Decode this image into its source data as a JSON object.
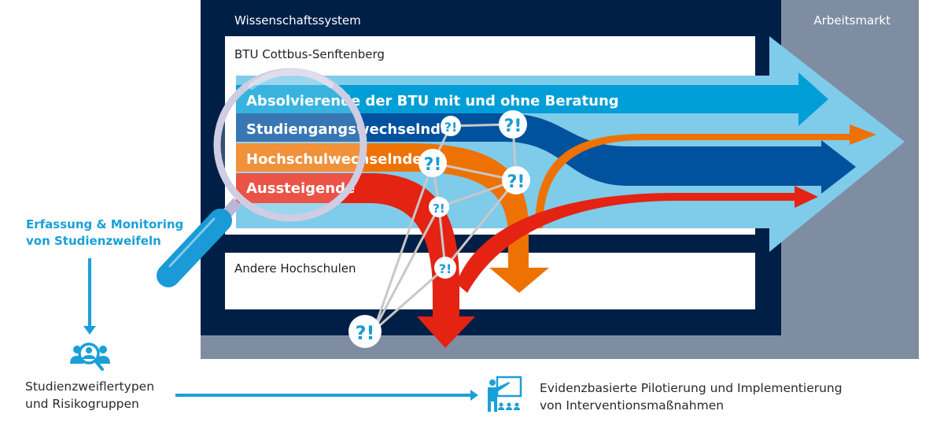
{
  "regions": {
    "science_system": "Wissenschaftssystem",
    "labor_market": "Arbeitsmarkt",
    "university": "BTU Cottbus-Senftenberg",
    "other_universities": "Andere Hochschulen"
  },
  "groups": [
    {
      "label": "Absolvierende der BTU mit und ohne Beratung",
      "color": "#009ed6"
    },
    {
      "label": "Studiengangswechselnde",
      "color": "#00519e"
    },
    {
      "label": "Hochschulwechselnde",
      "color": "#ee7203"
    },
    {
      "label": "Aussteigende",
      "color": "#e42313"
    }
  ],
  "doubt_marker": "?!",
  "process": {
    "monitoring_line1": "Erfassung & Monitoring",
    "monitoring_line2": "von Studienzweifeln",
    "types_line1": "Studienzweiflertypen",
    "types_line2": "und Risikogruppen",
    "intervention_line1": "Evidenzbasierte Pilotierung und Implementierung",
    "intervention_line2": "von Interventionsmaßnahmen"
  },
  "icons": {
    "magnifier": "magnifying-glass-icon",
    "group_search": "group-search-icon",
    "teacher": "presentation-teacher-icon"
  },
  "colors": {
    "navy": "#001f47",
    "labor_gray": "#7f8da3",
    "light_blue": "#7fcbea",
    "accent_blue": "#1aa0d8"
  }
}
